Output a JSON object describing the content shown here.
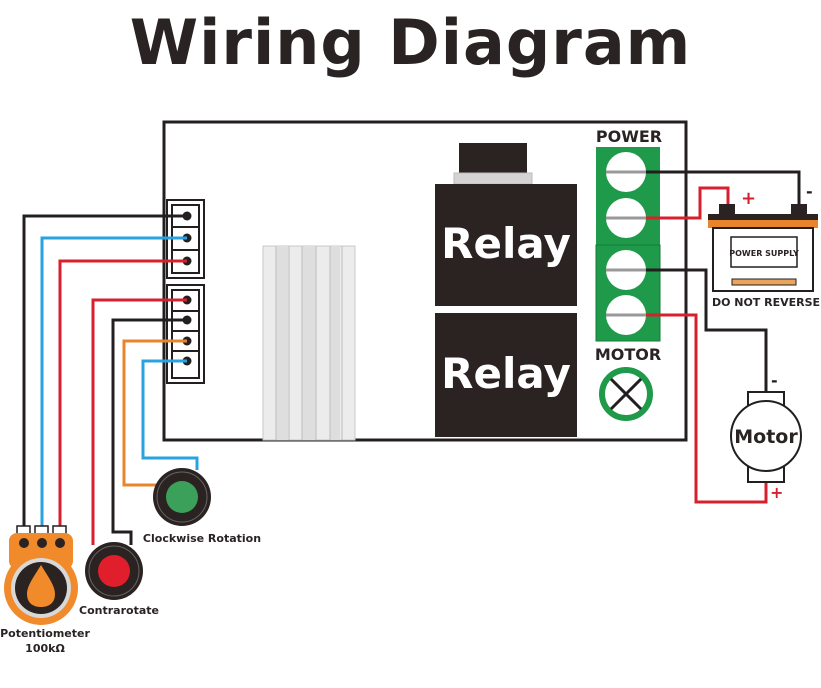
{
  "title": "Wiring Diagram",
  "board": {
    "relay_top_label": "Relay",
    "relay_bottom_label": "Relay",
    "power_header": "POWER",
    "motor_header": "MOTOR"
  },
  "power_supply": {
    "label": "POWER SUPPLY",
    "warning": "DO NOT REVERSE",
    "plus_sign": "+",
    "minus_sign": "-"
  },
  "motor": {
    "label": "Motor",
    "plus_sign": "+",
    "minus_sign": "-"
  },
  "controls": {
    "clockwise_label": "Clockwise Rotation",
    "contrarotate_label": "Contrarotate",
    "potentiometer_label": "Potentiometer",
    "potentiometer_value": "100kΩ"
  },
  "colors": {
    "wire_black": "#231f20",
    "wire_blue": "#29a3df",
    "wire_red": "#d7202e",
    "wire_orange": "#e8842c",
    "terminal_green": "#1f9a4a",
    "relay_body": "#2b2222",
    "pot_orange": "#f08a2a",
    "button_green": "#3aa05a",
    "button_red": "#e01e2c"
  }
}
